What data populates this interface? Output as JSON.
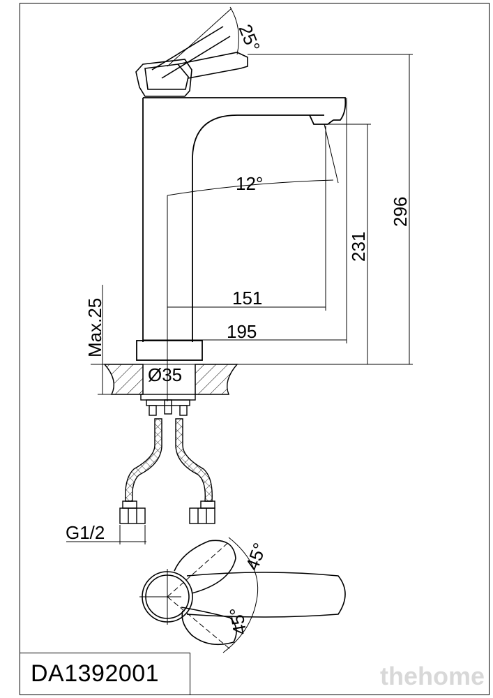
{
  "drawing": {
    "model_code": "DA1392001",
    "watermark": "thehome",
    "dimensions": {
      "lever_angle": "25°",
      "spout_angle": "12°",
      "total_height": "296",
      "spout_height": "231",
      "spout_reach_inner": "151",
      "spout_reach_outer": "195",
      "max_thickness": "Max.25",
      "base_diameter": "Ø35",
      "connection": "G1/2",
      "rotation_top": "45°",
      "rotation_bottom": "45°"
    }
  }
}
